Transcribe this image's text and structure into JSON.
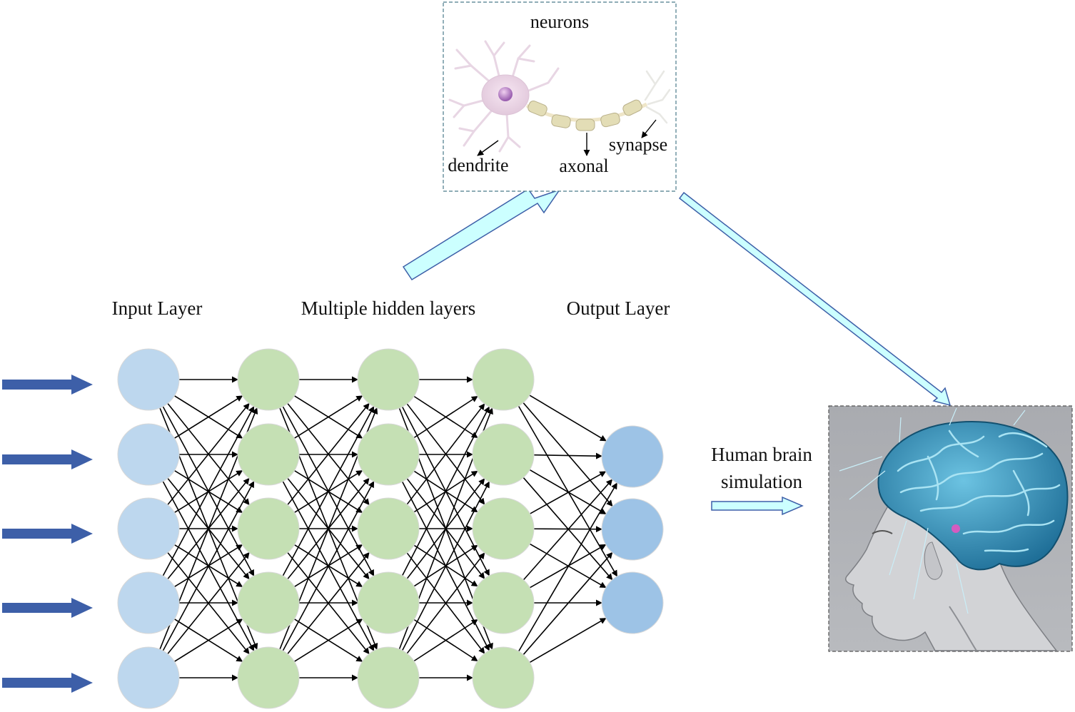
{
  "labels": {
    "input_layer": "Input Layer",
    "hidden_layers": "Multiple hidden layers",
    "output_layer": "Output Layer",
    "brain_line1": "Human brain",
    "brain_line2": "simulation"
  },
  "neuron_panel": {
    "title": "neurons",
    "dendrite": "dendrite",
    "axonal": "axonal",
    "synapse": "synapse"
  },
  "network": {
    "layers": [
      {
        "role": "input",
        "nodes": 5
      },
      {
        "role": "hidden",
        "nodes": 5
      },
      {
        "role": "hidden",
        "nodes": 5
      },
      {
        "role": "hidden",
        "nodes": 5
      },
      {
        "role": "output",
        "nodes": 3
      }
    ],
    "fully_connected": true,
    "input_arrows": 5
  },
  "colors": {
    "input_node": "#bdd7ee",
    "hidden_node": "#c5e0b4",
    "output_node": "#9dc3e6",
    "input_arrow": "#3d5fa8",
    "flow_arrow_fill": "#ccffff",
    "flow_arrow_stroke": "#3d5fa8",
    "panel_border": "#4a7a8a",
    "brain": "#3a9cc4",
    "connection": "#000000"
  }
}
